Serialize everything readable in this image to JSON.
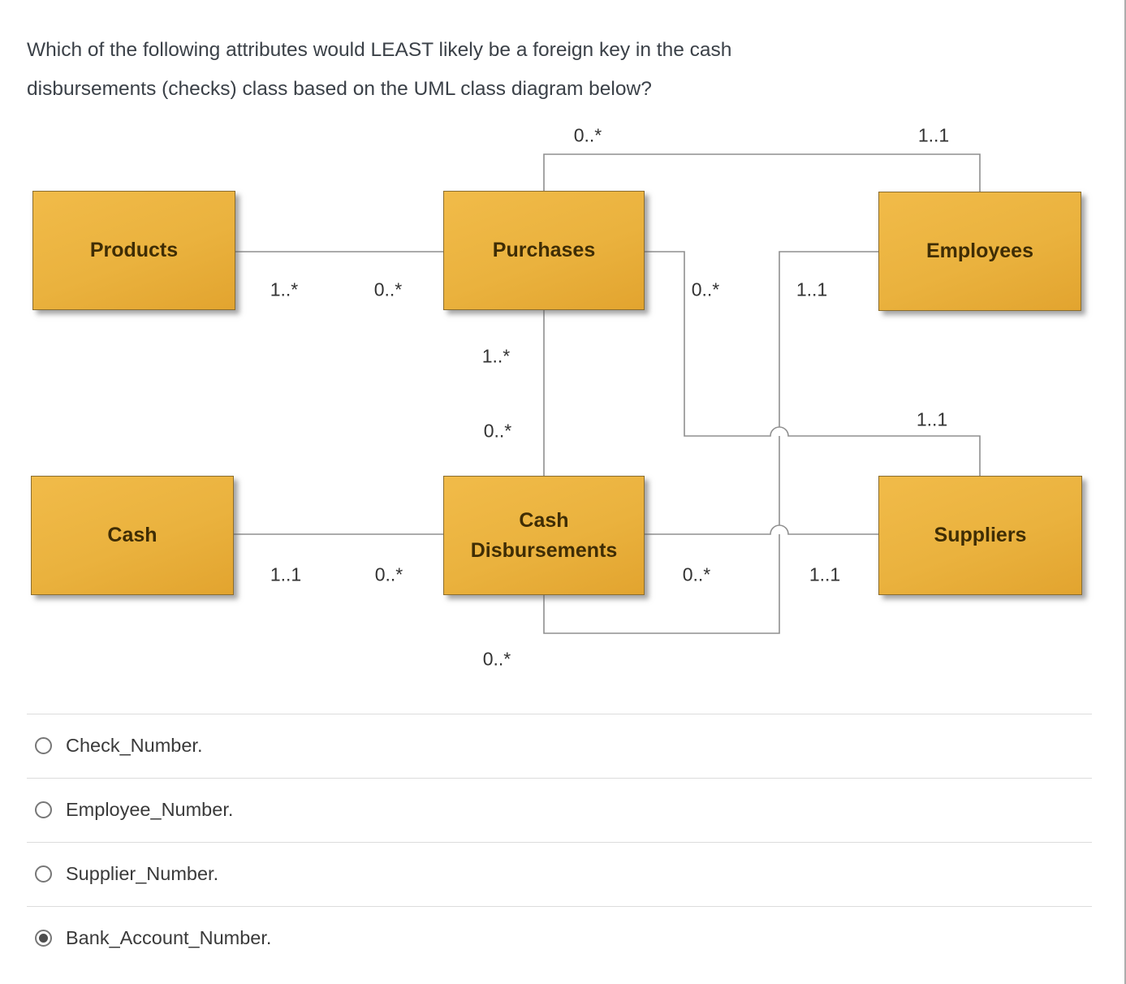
{
  "question": {
    "lines": [
      "Which of the following attributes would LEAST likely be a foreign key in the cash",
      "disbursements (checks) class based on the UML class diagram below?"
    ]
  },
  "diagram": {
    "type": "uml-class-diagram",
    "classes": [
      {
        "name": "Products"
      },
      {
        "name": "Purchases"
      },
      {
        "name": "Employees"
      },
      {
        "name": "Cash"
      },
      {
        "name": "Cash Disbursements"
      },
      {
        "name": "Suppliers"
      }
    ],
    "associations": [
      {
        "from": "Products",
        "to": "Purchases",
        "from_mult": "1..*",
        "to_mult": "0..*"
      },
      {
        "from": "Purchases",
        "to": "Employees",
        "from_mult": "0..*",
        "to_mult": "1..1"
      },
      {
        "from": "Purchases",
        "to": "Cash Disbursements",
        "from_mult": "1..*",
        "to_mult": "0..*"
      },
      {
        "from": "Purchases",
        "to": "Suppliers",
        "from_mult": "0..*",
        "to_mult": "1..1"
      },
      {
        "from": "Cash",
        "to": "Cash Disbursements",
        "from_mult": "1..1",
        "to_mult": "0..*"
      },
      {
        "from": "Cash Disbursements",
        "to": "Suppliers",
        "from_mult": "0..*",
        "to_mult": "1..1"
      },
      {
        "from": "Cash Disbursements",
        "to": "Employees",
        "from_mult": "0..*",
        "to_mult": "1..1"
      }
    ],
    "multiplicities": [
      {
        "text": "0..*"
      },
      {
        "text": "1..1"
      },
      {
        "text": "1..*"
      },
      {
        "text": "0..*"
      },
      {
        "text": "0..*"
      },
      {
        "text": "1..1"
      },
      {
        "text": "1..*"
      },
      {
        "text": "0..*"
      },
      {
        "text": "1..1"
      },
      {
        "text": "1..1"
      },
      {
        "text": "0..*"
      },
      {
        "text": "0..*"
      },
      {
        "text": "1..1"
      },
      {
        "text": "0..*"
      }
    ]
  },
  "options": [
    {
      "label": "Check_Number.",
      "selected": false
    },
    {
      "label": "Employee_Number.",
      "selected": false
    },
    {
      "label": "Supplier_Number.",
      "selected": false
    },
    {
      "label": "Bank_Account_Number.",
      "selected": true
    }
  ],
  "colors": {
    "box_fill_top": "#f1bb49",
    "box_fill_bottom": "#e2a42f",
    "box_border": "#8a6d2f",
    "box_text": "#3f2d05",
    "connector": "#8f8f8f",
    "question_text": "#3b4148",
    "option_text": "#3a3a3a",
    "separator": "#dcdcdc"
  }
}
